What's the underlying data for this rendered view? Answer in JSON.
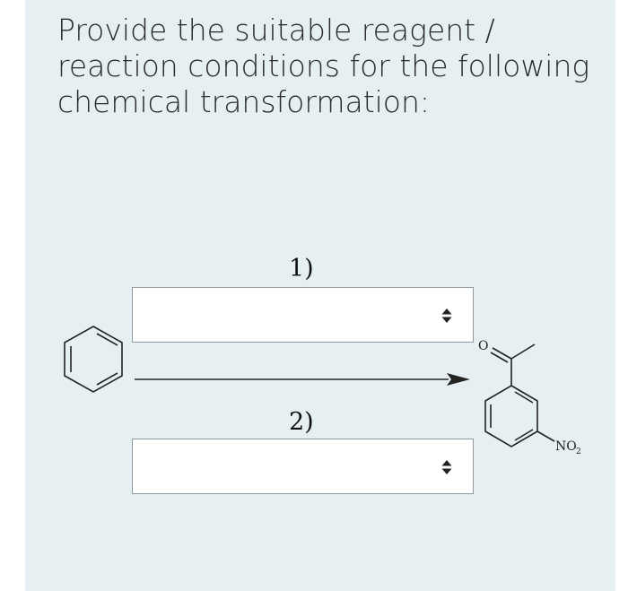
{
  "question": {
    "text": "Provide the suitable reagent / reaction conditions for the following chemical transformation:"
  },
  "steps": [
    {
      "label": "1)",
      "selected_value": ""
    },
    {
      "label": "2)",
      "selected_value": ""
    }
  ],
  "product": {
    "oxygen_label": "O",
    "nitro_label": "NO",
    "nitro_subscript": "2"
  },
  "icons": {
    "dropdown": "up-down-chevron-icon",
    "arrow": "reaction-arrow"
  },
  "colors": {
    "panel_background": "#e6f0f3",
    "ink": "#222222"
  }
}
